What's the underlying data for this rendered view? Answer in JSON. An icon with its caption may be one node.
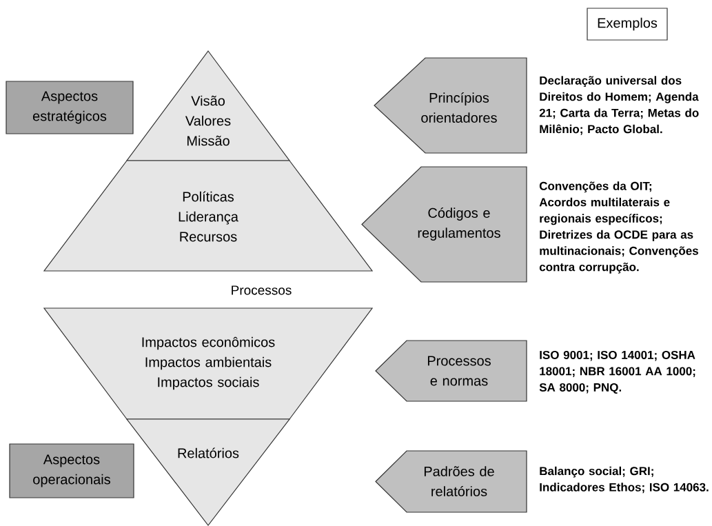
{
  "diagram": {
    "nodes": [
      {
        "text": [
          "Exemplos"
        ]
      },
      {
        "text": [
          "Aspectos estratégicos"
        ]
      },
      {
        "text": [
          "Visão",
          "Valores",
          "Missão"
        ]
      },
      {
        "text": [
          "Políticas",
          "Liderança",
          "Recursos"
        ]
      },
      {
        "text": [
          "Impactos econômicos",
          "Impactos ambientais",
          "Impactos sociais"
        ]
      },
      {
        "text": [
          "Relatórios"
        ]
      },
      {
        "text": [
          "Aspectos operacionais"
        ]
      },
      {
        "text": [
          "Princípios orientadores"
        ],
        "beside": [
          "Declaração universal dos Direitos do Homem; Agenda 21; Carta da Terra; Metas do Milênio; Pacto Global."
        ]
      },
      {
        "text": [
          "Códigos e regulamentos"
        ],
        "beside": [
          "Convenções da OIT; Acordos multilaterais e regionais específicos; Diretrizes da OCDE para as multinacionais; Convenções contra corrupção."
        ]
      },
      {
        "text": [
          "Processos e normas"
        ],
        "beside": [
          "ISO 9001; ISO 14001; OSHA 18001; NBR 16001 AA 1000; SA 8000; PNQ."
        ]
      },
      {
        "text": [
          "Padrões de relatórios"
        ],
        "beside": [
          "Balanço social; GRI; Indicadores Ethos; ISO 14063."
        ]
      }
    ],
    "labels": [
      "Processos"
    ]
  }
}
